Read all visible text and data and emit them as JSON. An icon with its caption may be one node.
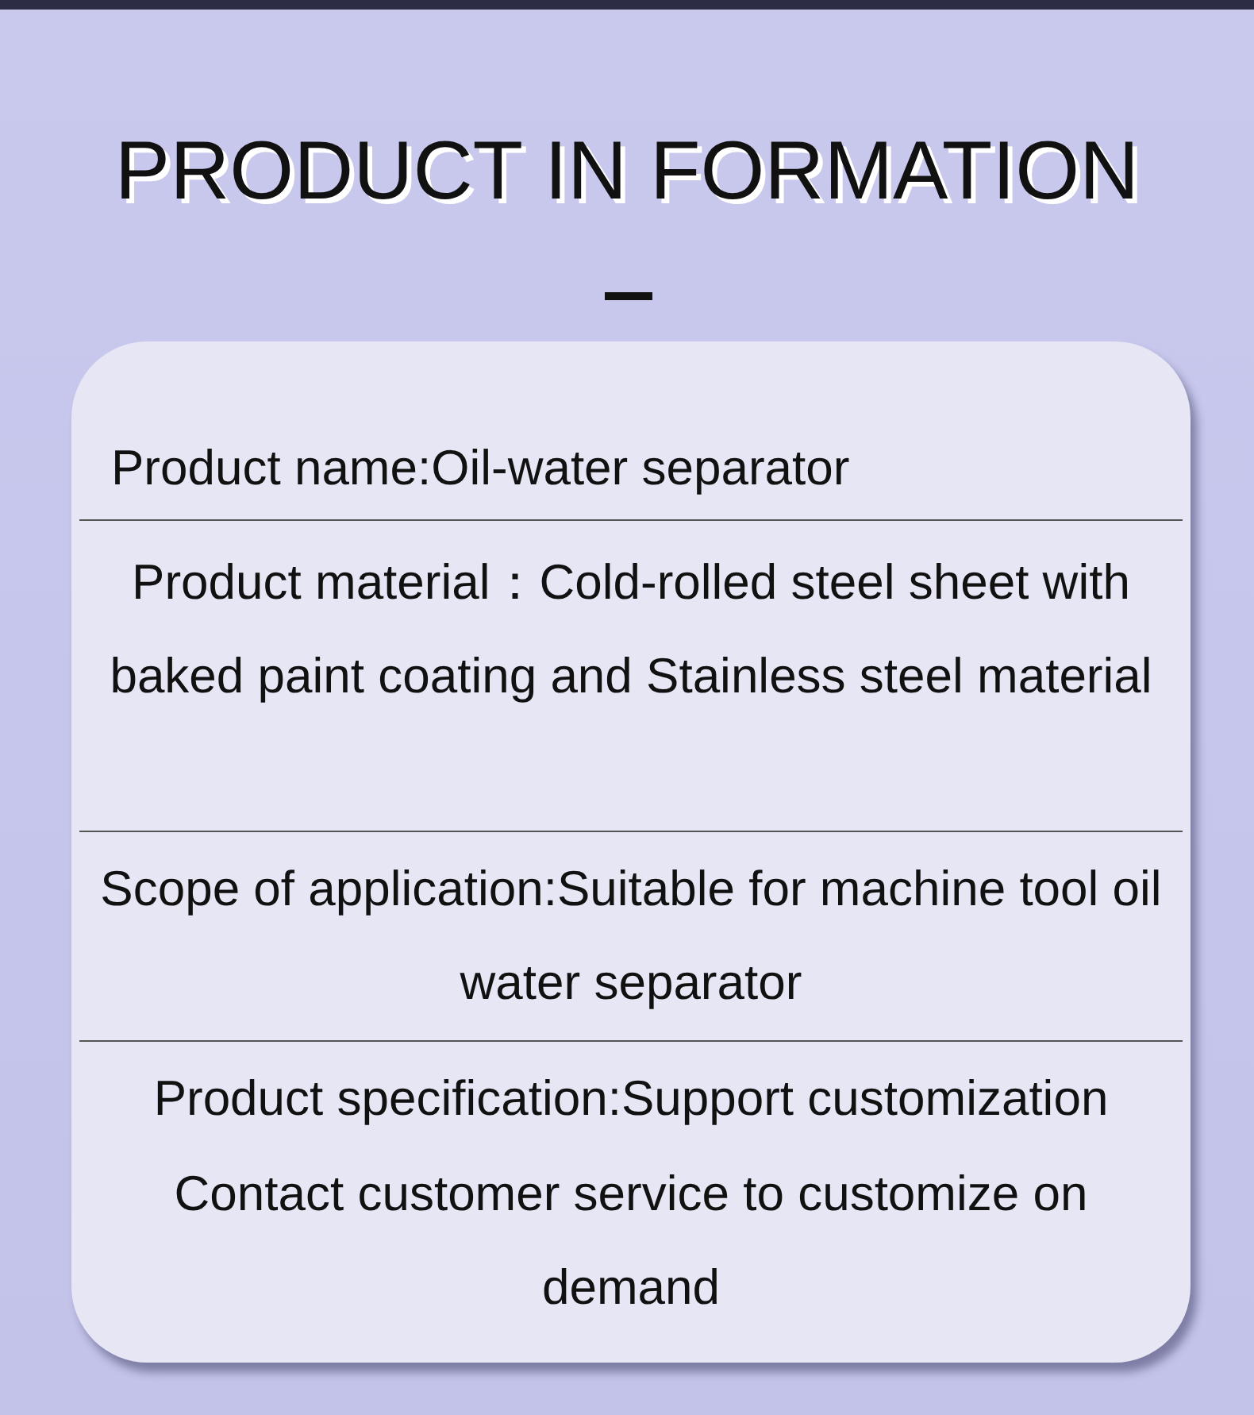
{
  "diagram": {
    "title": "PRODUCT IN FORMATION",
    "nodes": [
      {
        "text": [
          "Product name:Oil-water separator",
          "Product material：Cold-rolled steel sheet with baked paint coating and Stainless steel material",
          "Scope of application:Suitable for machine tool oil water separator",
          "Product specification:Support customization",
          "Contact customer service to customize on demand"
        ]
      }
    ]
  }
}
